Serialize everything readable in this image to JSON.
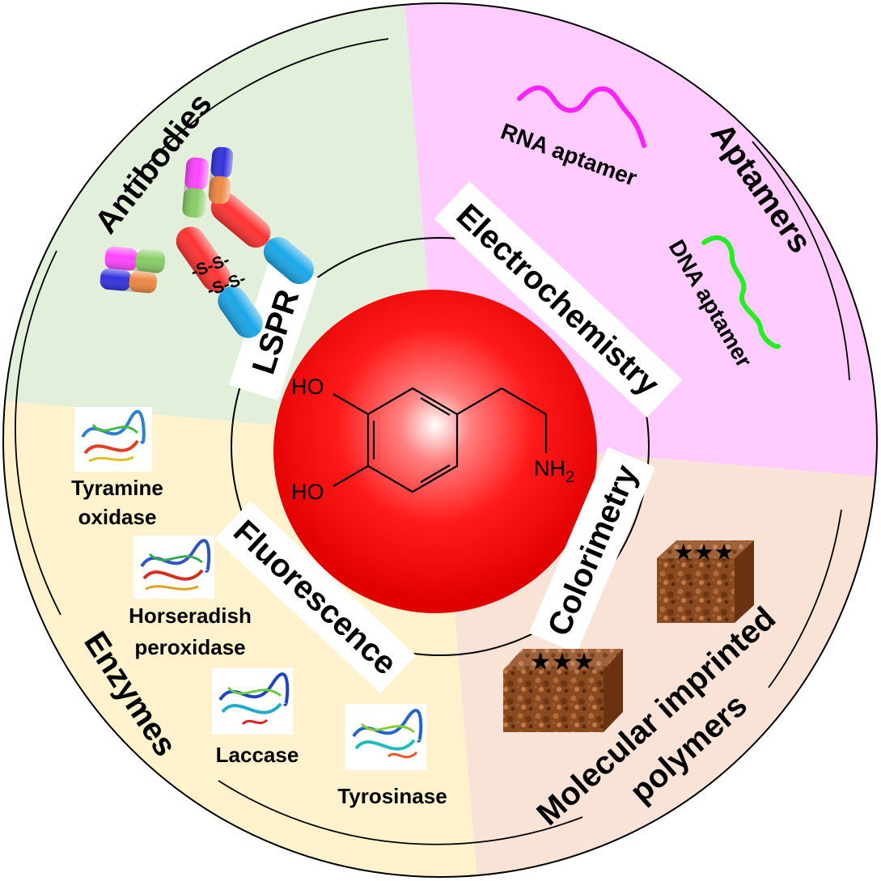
{
  "center": {
    "molecule_labels": {
      "ho_top": "HO",
      "ho_bottom": "HO",
      "nh2": "NH",
      "nh2_sub": "2"
    },
    "color": "#ff0000"
  },
  "methods": {
    "lspr": "LSPR",
    "electrochemistry": "Electrochemistry",
    "fluorescence": "Fluorescence",
    "colorimetry": "Colorimetry"
  },
  "sectors": {
    "antibodies": {
      "title": "Antibodies",
      "disulfide_1": "-S-S-",
      "disulfide_2": "-S-S-",
      "color": "#e2efda"
    },
    "aptamers": {
      "title": "Aptamers",
      "rna": "RNA aptamer",
      "dna": "DNA aptamer",
      "color": "#ffccff"
    },
    "enzymes": {
      "title": "Enzymes",
      "tyramine_1": "Tyramine",
      "tyramine_2": "oxidase",
      "hrp_1": "Horseradish",
      "hrp_2": "peroxidase",
      "laccase": "Laccase",
      "tyrosinase": "Tyrosinase",
      "color": "#fff2cc"
    },
    "mip": {
      "title_1": "Molecular imprinted",
      "title_2": "polymers",
      "stars": "★★★",
      "color": "#f8e3d6"
    }
  }
}
